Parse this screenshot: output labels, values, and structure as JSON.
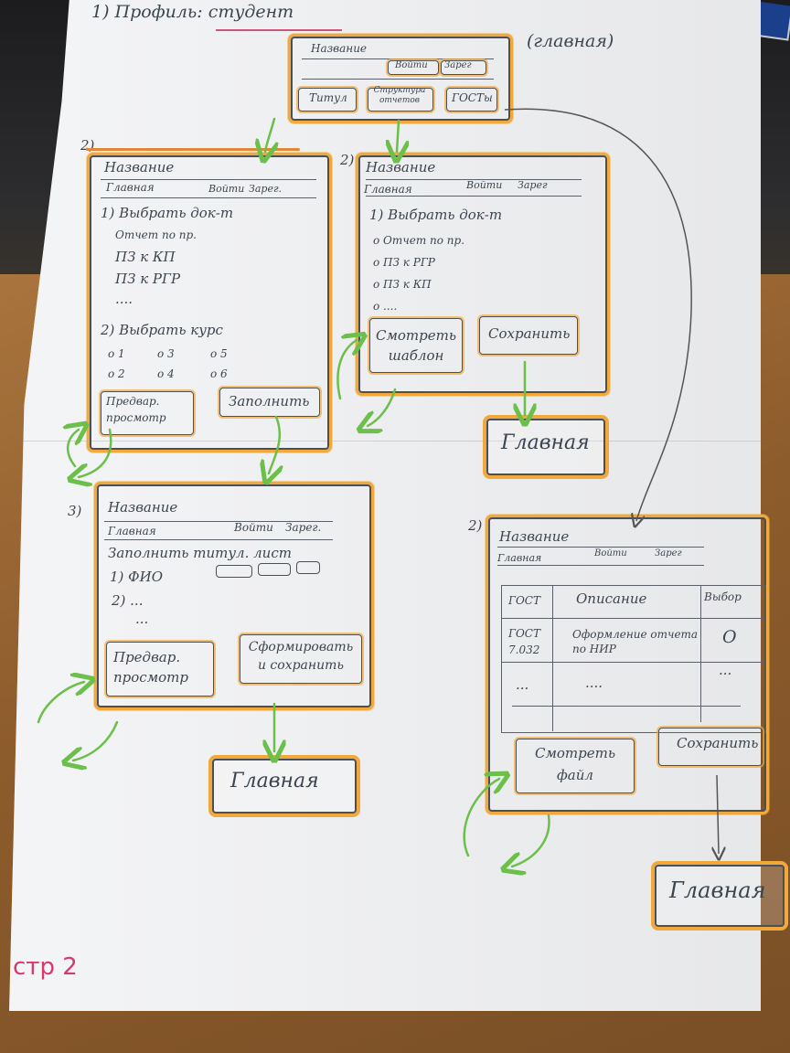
{
  "page": {
    "heading": "1) Профиль: студент",
    "main_note": "(главная)",
    "page_number": "стр 2"
  },
  "screen_main": {
    "title": "Название",
    "login": "Войти",
    "register": "Зарег",
    "buttons": [
      "Титул",
      "Структура отчетов",
      "ГОСТы"
    ]
  },
  "screen_2a": {
    "num": "2)",
    "title": "Название",
    "nav_main": "Главная",
    "login": "Войти",
    "register": "Зарег.",
    "step1": "1) Выбрать док-т",
    "doc_options": [
      "Отчет по пр.",
      "ПЗ  к  КП",
      "ПЗ  к  РГР",
      "...."
    ],
    "step2": "2) Выбрать курс",
    "courses_row1": [
      "1",
      "3",
      "5"
    ],
    "courses_row2": [
      "2",
      "4",
      "6"
    ],
    "btn_preview": "Предвар. просмотр",
    "btn_fill": "Заполнить"
  },
  "screen_2b": {
    "num": "2)",
    "title": "Название",
    "nav_main": "Главная",
    "login": "Войти",
    "register": "Зарег",
    "step1": "1) Выбрать док-т",
    "doc_options": [
      "Отчет по пр.",
      "ПЗ  к  РГР",
      "ПЗ  к  КП",
      "...."
    ],
    "btn_view": "Смотреть шаблон",
    "btn_save": "Сохранить"
  },
  "screen_3": {
    "num": "3)",
    "title": "Название",
    "nav_main": "Главная",
    "login": "Войти",
    "register": "Зарег.",
    "instruction": "Заполнить титул. лист",
    "field1": "1) ФИО",
    "field2": "2) ...",
    "field3": "...",
    "btn_preview": "Предвар. просмотр",
    "btn_generate": "Сформировать и сохранить"
  },
  "screen_2c": {
    "num": "2)",
    "title": "Название",
    "nav_main": "Главная",
    "login": "Войти",
    "register": "Зарег",
    "table_headers": [
      "ГОСТ",
      "Описание",
      "Выбор"
    ],
    "row1": [
      "ГОСТ 7.032",
      "Оформление отчета по НИР",
      "O"
    ],
    "row2": [
      "...",
      "....",
      "..."
    ],
    "btn_view": "Смотреть файл",
    "btn_save": "Сохранить"
  },
  "main_boxes": [
    "Главная",
    "Главная",
    "Главная"
  ],
  "colors": {
    "paper": "#f0f1f3",
    "orange_highlight": "#f2a93b",
    "green_arrow": "#6cbf4a",
    "ink": "#4b4f57",
    "pink": "#d8396b"
  }
}
